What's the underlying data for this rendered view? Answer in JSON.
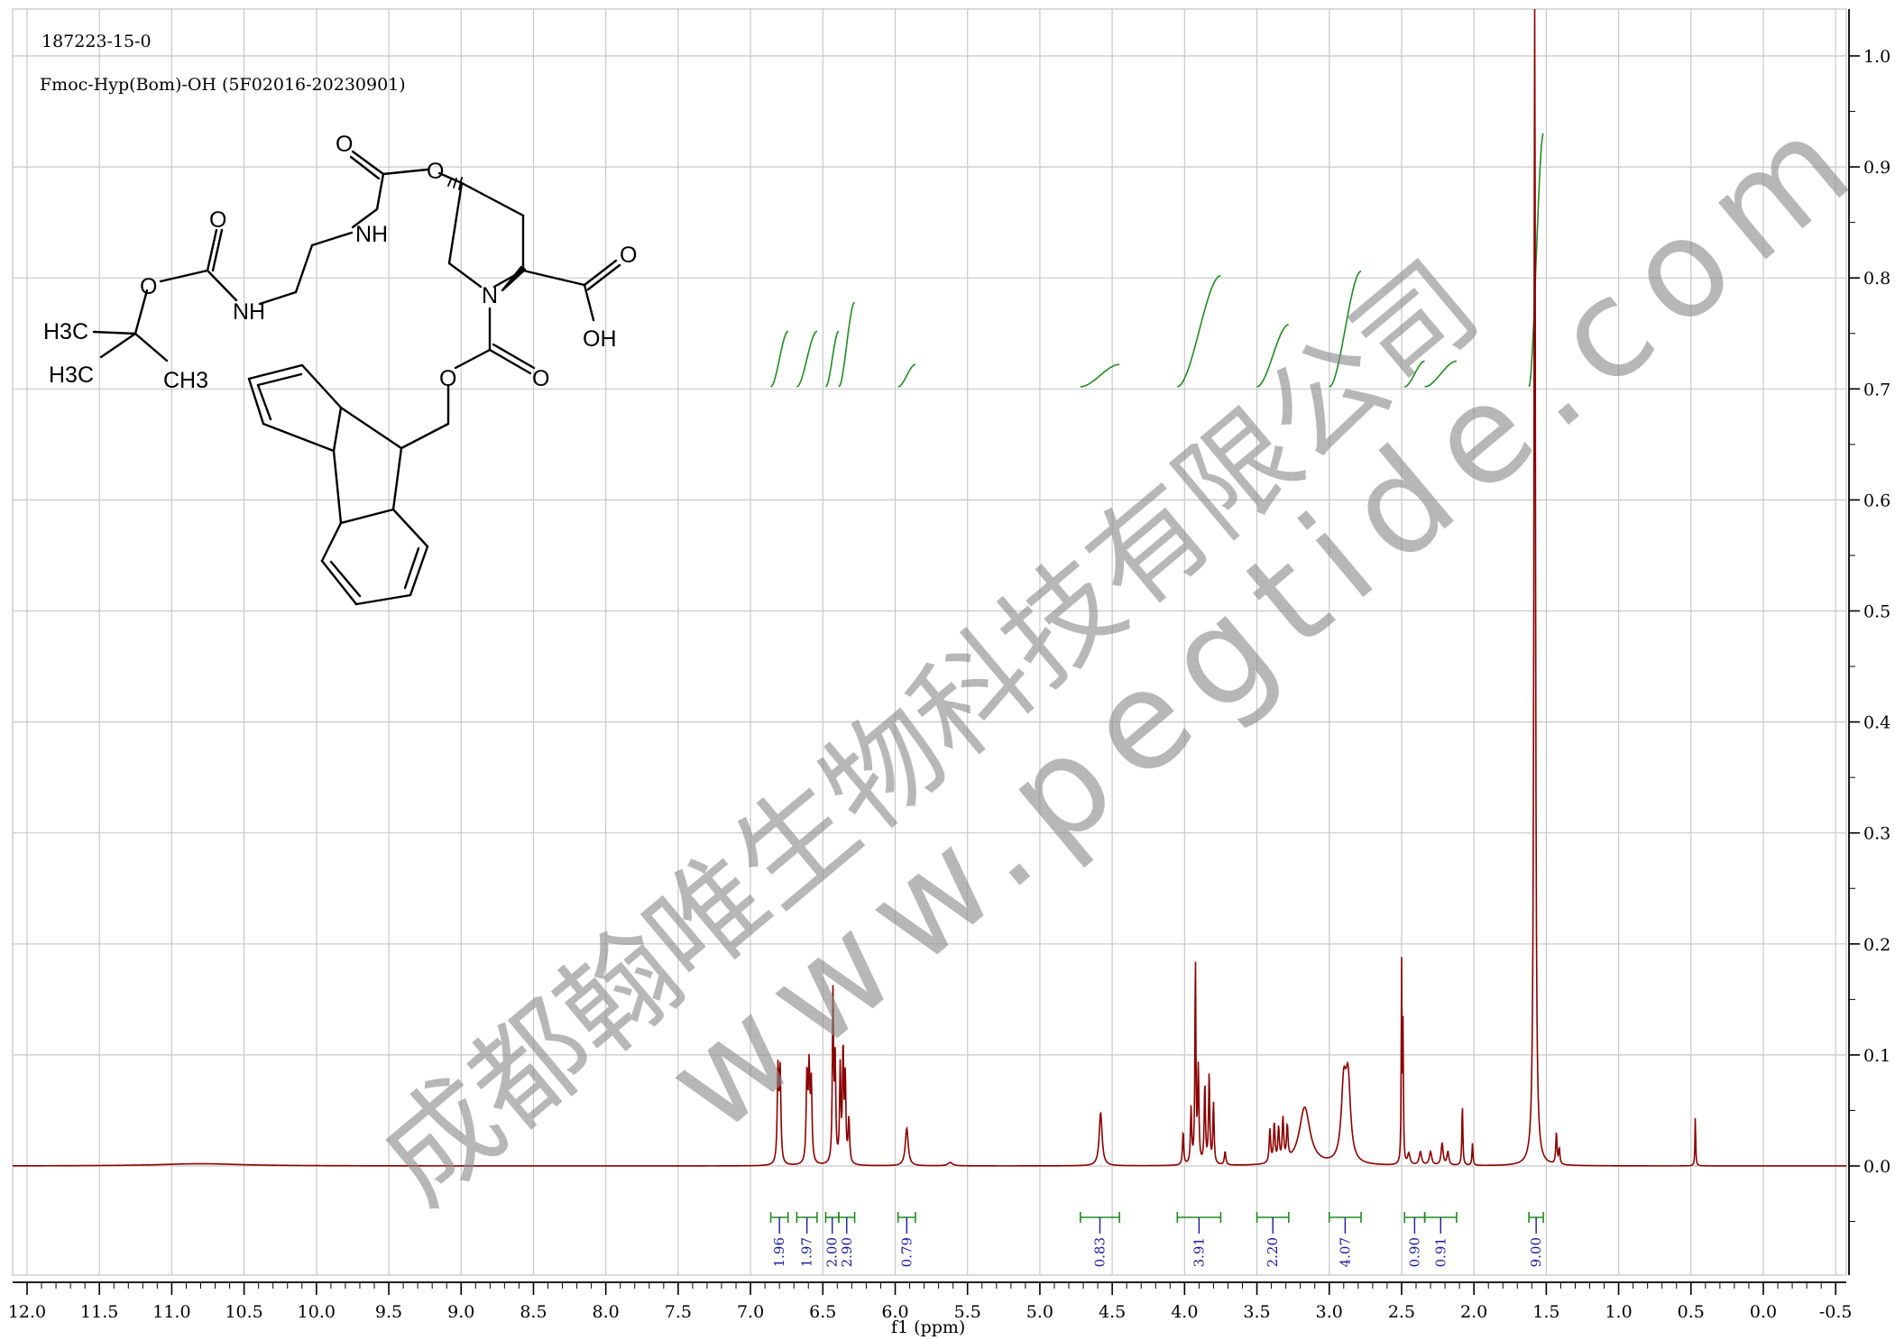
{
  "header": {
    "cas": "187223-15-0",
    "sample": "Fmoc-Hyp(Bom)-OH (5F02016-20230901)"
  },
  "watermark": {
    "company": "成都翰唯生物科技有限公司",
    "website": "www.pegtide.com"
  },
  "molecule": {
    "labels": [
      "O",
      "NH",
      "O",
      "O",
      "O",
      "NH",
      "H3C",
      "H3C",
      "CH3",
      "N",
      "OH",
      "O",
      "O"
    ]
  },
  "colors": {
    "spectrum": "#8b0000",
    "integral_curve": "#228b22",
    "integral_bracket": "#228b22",
    "integral_label": "#1a1a9a",
    "grid": "#c8c8c8"
  },
  "chart_data": {
    "type": "line",
    "xlabel": "f1 (ppm)",
    "x_reversed": true,
    "xlim": [
      12.0,
      -0.5
    ],
    "ylim": [
      -0.1,
      1.05
    ],
    "x_ticks": [
      "12.0",
      "11.5",
      "11.0",
      "10.5",
      "10.0",
      "9.5",
      "9.0",
      "8.5",
      "8.0",
      "7.5",
      "7.0",
      "6.5",
      "6.0",
      "5.5",
      "5.0",
      "4.5",
      "4.0",
      "3.5",
      "3.0",
      "2.5",
      "2.0",
      "1.5",
      "1.0",
      "0.5",
      "0.0",
      "-0.5"
    ],
    "y_ticks": [
      "0.0",
      "0.1",
      "0.2",
      "0.3",
      "0.4",
      "0.5",
      "0.6",
      "0.7",
      "0.8",
      "0.9",
      "1.0"
    ],
    "y_axis_side": "right",
    "grid": true,
    "peaks": [
      {
        "ppm": 10.8,
        "height": 0.002,
        "width": 0.35
      },
      {
        "ppm": 6.81,
        "height": 0.085,
        "width": 0.006
      },
      {
        "ppm": 6.795,
        "height": 0.082,
        "width": 0.006
      },
      {
        "ppm": 6.61,
        "height": 0.078,
        "width": 0.006
      },
      {
        "ppm": 6.595,
        "height": 0.08,
        "width": 0.006
      },
      {
        "ppm": 6.58,
        "height": 0.07,
        "width": 0.006
      },
      {
        "ppm": 6.43,
        "height": 0.152,
        "width": 0.005
      },
      {
        "ppm": 6.415,
        "height": 0.09,
        "width": 0.005
      },
      {
        "ppm": 6.38,
        "height": 0.085,
        "width": 0.005
      },
      {
        "ppm": 6.36,
        "height": 0.102,
        "width": 0.005
      },
      {
        "ppm": 6.345,
        "height": 0.075,
        "width": 0.005
      },
      {
        "ppm": 6.32,
        "height": 0.04,
        "width": 0.006
      },
      {
        "ppm": 5.92,
        "height": 0.034,
        "width": 0.012
      },
      {
        "ppm": 5.62,
        "height": 0.003,
        "width": 0.02
      },
      {
        "ppm": 4.58,
        "height": 0.048,
        "width": 0.012
      },
      {
        "ppm": 4.01,
        "height": 0.03,
        "width": 0.005
      },
      {
        "ppm": 3.955,
        "height": 0.05,
        "width": 0.005
      },
      {
        "ppm": 3.925,
        "height": 0.184,
        "width": 0.004
      },
      {
        "ppm": 3.905,
        "height": 0.085,
        "width": 0.005
      },
      {
        "ppm": 3.86,
        "height": 0.072,
        "width": 0.005
      },
      {
        "ppm": 3.83,
        "height": 0.08,
        "width": 0.005
      },
      {
        "ppm": 3.8,
        "height": 0.055,
        "width": 0.005
      },
      {
        "ppm": 3.72,
        "height": 0.012,
        "width": 0.006
      },
      {
        "ppm": 3.41,
        "height": 0.03,
        "width": 0.006
      },
      {
        "ppm": 3.38,
        "height": 0.035,
        "width": 0.006
      },
      {
        "ppm": 3.35,
        "height": 0.03,
        "width": 0.006
      },
      {
        "ppm": 3.32,
        "height": 0.038,
        "width": 0.006
      },
      {
        "ppm": 3.29,
        "height": 0.03,
        "width": 0.006
      },
      {
        "ppm": 3.17,
        "height": 0.052,
        "width": 0.045
      },
      {
        "ppm": 2.9,
        "height": 0.065,
        "width": 0.02
      },
      {
        "ppm": 2.87,
        "height": 0.07,
        "width": 0.02
      },
      {
        "ppm": 2.5,
        "height": 0.178,
        "width": 0.003
      },
      {
        "ppm": 2.49,
        "height": 0.12,
        "width": 0.003
      },
      {
        "ppm": 2.45,
        "height": 0.01,
        "width": 0.01
      },
      {
        "ppm": 2.37,
        "height": 0.012,
        "width": 0.01
      },
      {
        "ppm": 2.3,
        "height": 0.012,
        "width": 0.01
      },
      {
        "ppm": 2.22,
        "height": 0.02,
        "width": 0.008
      },
      {
        "ppm": 2.18,
        "height": 0.012,
        "width": 0.008
      },
      {
        "ppm": 2.08,
        "height": 0.055,
        "width": 0.004
      },
      {
        "ppm": 2.01,
        "height": 0.02,
        "width": 0.004
      },
      {
        "ppm": 1.58,
        "height": 1.08,
        "width": 0.006
      },
      {
        "ppm": 1.43,
        "height": 0.028,
        "width": 0.005
      },
      {
        "ppm": 1.41,
        "height": 0.014,
        "width": 0.005
      },
      {
        "ppm": 0.47,
        "height": 0.045,
        "width": 0.003
      }
    ],
    "integrals": [
      {
        "from": 6.86,
        "to": 6.74,
        "value": "1.96",
        "y_start": 0.702,
        "y_end": 0.752
      },
      {
        "from": 6.68,
        "to": 6.54,
        "value": "1.97",
        "y_start": 0.702,
        "y_end": 0.752
      },
      {
        "from": 6.48,
        "to": 6.39,
        "value": "2.00",
        "y_start": 0.702,
        "y_end": 0.752
      },
      {
        "from": 6.39,
        "to": 6.28,
        "value": "2.90",
        "y_start": 0.702,
        "y_end": 0.778
      },
      {
        "from": 5.98,
        "to": 5.86,
        "value": "0.79",
        "y_start": 0.702,
        "y_end": 0.722
      },
      {
        "from": 4.72,
        "to": 4.45,
        "value": "0.83",
        "y_start": 0.702,
        "y_end": 0.722
      },
      {
        "from": 4.05,
        "to": 3.75,
        "value": "3.91",
        "y_start": 0.702,
        "y_end": 0.802
      },
      {
        "from": 3.5,
        "to": 3.28,
        "value": "2.20",
        "y_start": 0.702,
        "y_end": 0.758
      },
      {
        "from": 3.0,
        "to": 2.78,
        "value": "4.07",
        "y_start": 0.702,
        "y_end": 0.806
      },
      {
        "from": 2.48,
        "to": 2.34,
        "value": "0.90",
        "y_start": 0.702,
        "y_end": 0.725
      },
      {
        "from": 2.34,
        "to": 2.12,
        "value": "0.91",
        "y_start": 0.702,
        "y_end": 0.725
      },
      {
        "from": 1.62,
        "to": 1.52,
        "value": "9.00",
        "y_start": 0.702,
        "y_end": 0.93
      }
    ]
  }
}
